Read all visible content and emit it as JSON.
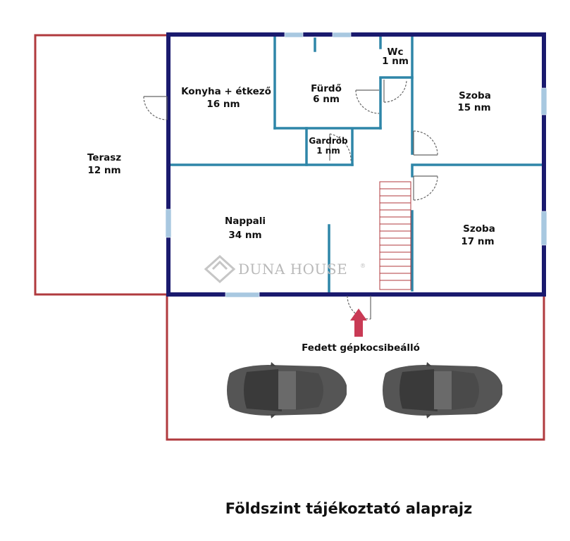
{
  "plan": {
    "caption": "Földszint tájékoztató alaprajz",
    "watermark": {
      "brand": "DUNA HOUSE",
      "registered": "®"
    },
    "colors": {
      "outer_wall": "#1a1a6e",
      "inner_wall": "#2e86a8",
      "outline": "#b03a3e",
      "stairs": "#b03a3e",
      "arrow": "#c93a55",
      "window": "#a8c8e0",
      "door": "#666666",
      "car_body": "#555555",
      "car_roof": "#3f3f3f"
    },
    "rooms": [
      {
        "name": "Terasz",
        "area": "12 nm"
      },
      {
        "name": "Konyha + étkező",
        "area": "16 nm"
      },
      {
        "name": "Fürdő",
        "area": "6 nm"
      },
      {
        "name": "Wc",
        "area": "1 nm"
      },
      {
        "name": "Szoba",
        "area": "15 nm"
      },
      {
        "name": "Gardrób",
        "area": "1 nm"
      },
      {
        "name": "Nappali",
        "area": "34 nm"
      },
      {
        "name": "Szoba",
        "area": "17 nm"
      },
      {
        "name": "Fedett gépkocsibeálló",
        "area": ""
      }
    ]
  }
}
